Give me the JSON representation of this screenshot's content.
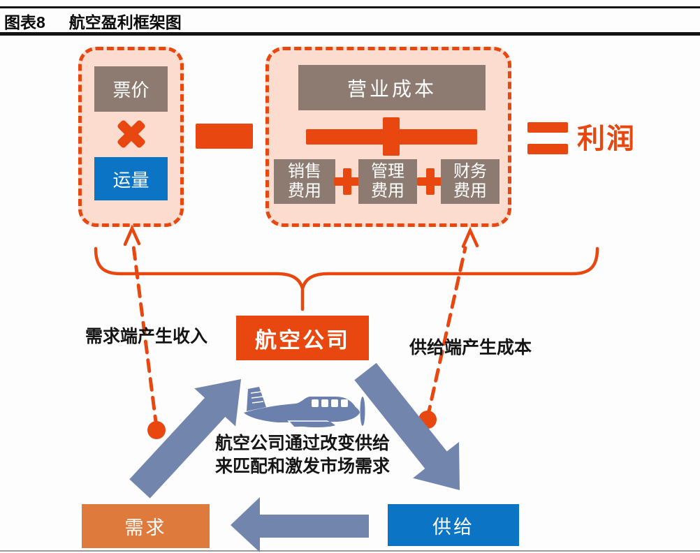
{
  "header": {
    "figure_label": "图表8",
    "title": "航空盈利框架图"
  },
  "formula": {
    "price": "票价",
    "volume": "运量",
    "operating_cost": "营业成本",
    "selling_expense": "销售费用",
    "admin_expense": "管理费用",
    "finance_expense": "财务费用",
    "profit": "利润"
  },
  "flow": {
    "demand_note": "需求端产生收入",
    "airline": "航空公司",
    "supply_note": "供给端产生成本",
    "center_note_line1": "航空公司通过改变供给",
    "center_note_line2": "来匹配和激发市场需求",
    "demand": "需求",
    "supply": "供给"
  },
  "icons": {
    "multiply_icon": "css-heavy-x",
    "plus_icon": "css-heavy-plus",
    "minus_icon": "css-bar",
    "equals_icon": "css-double-bar",
    "big_plus_icon": "css-wide-plus",
    "brace_icon": "svg-curly-brace",
    "airplane_icon": "svg-propeller-plane-silhouette",
    "up_arrow_icon": "svg-block-arrow-up-right",
    "down_arrow_icon": "svg-block-arrow-down-right",
    "left_arrow_icon": "svg-block-arrow-left",
    "dashed_arrow_icon": "svg-dashed-arrow-up"
  },
  "colors": {
    "accent_orange": "#E8470F",
    "panel_pink": "#FBDCCE",
    "taupe_gray": "#8D7B72",
    "brand_blue": "#0B74C4",
    "demand_orange": "#DE7B3C",
    "arrow_slate": "#7285AC",
    "plane_slate": "#6B80AD",
    "rule_black": "#141414"
  }
}
